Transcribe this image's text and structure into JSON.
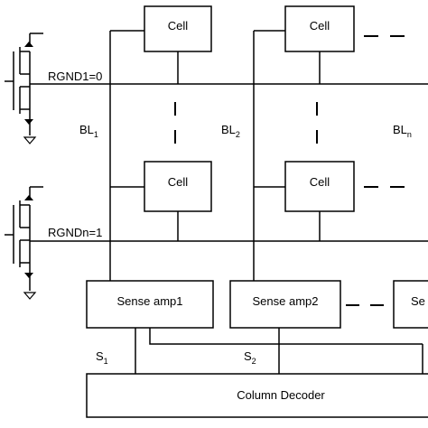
{
  "diagram": {
    "cells": {
      "row1_col1": "Cell",
      "row1_col2": "Cell",
      "rown_col1": "Cell",
      "rown_col2": "Cell"
    },
    "ground_lines": {
      "row1": "RGND1=0",
      "rown": "RGNDn=1"
    },
    "bitlines": [
      {
        "base": "BL",
        "sub": "1"
      },
      {
        "base": "BL",
        "sub": "2"
      },
      {
        "base": "BL",
        "sub": "n"
      }
    ],
    "sense_amps": [
      "Sense amp1",
      "Sense amp2",
      "Se"
    ],
    "select_lines": [
      {
        "base": "S",
        "sub": "1"
      },
      {
        "base": "S",
        "sub": "2"
      }
    ],
    "decoder": "Column Decoder"
  }
}
